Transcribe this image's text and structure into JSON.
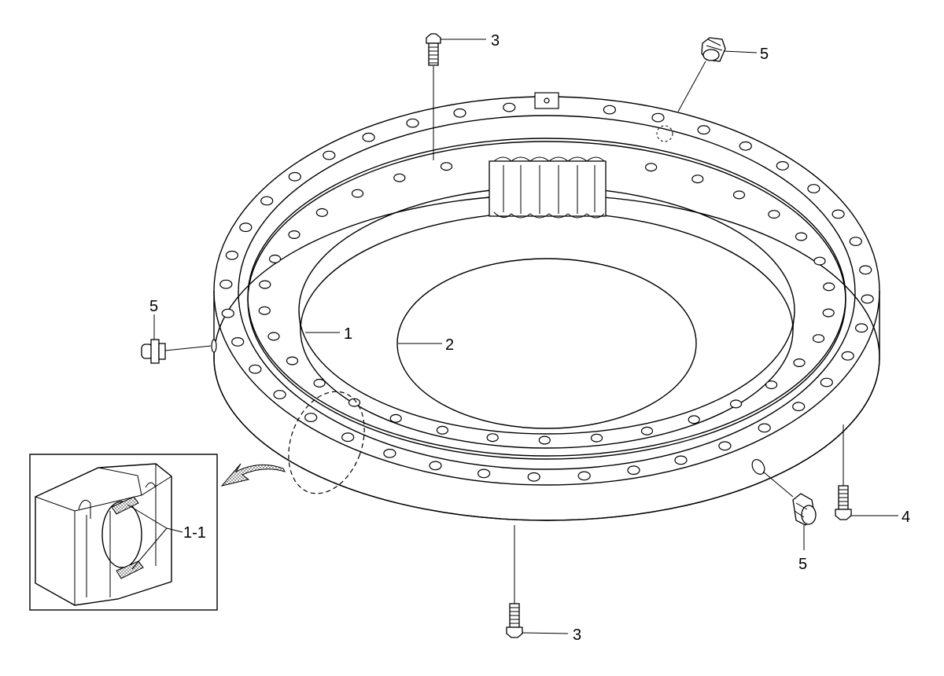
{
  "callouts": {
    "bolt_top": "3",
    "bolt_bottom": "3",
    "bolt_right": "4",
    "fitting_top": "5",
    "fitting_left": "5",
    "fitting_bottom": "5",
    "outer_ring": "1",
    "inner_ring": "2",
    "seal_insert": "1-1"
  },
  "colors": {
    "line": "#000000",
    "background": "#ffffff",
    "hatch": "#7a7a7a"
  }
}
